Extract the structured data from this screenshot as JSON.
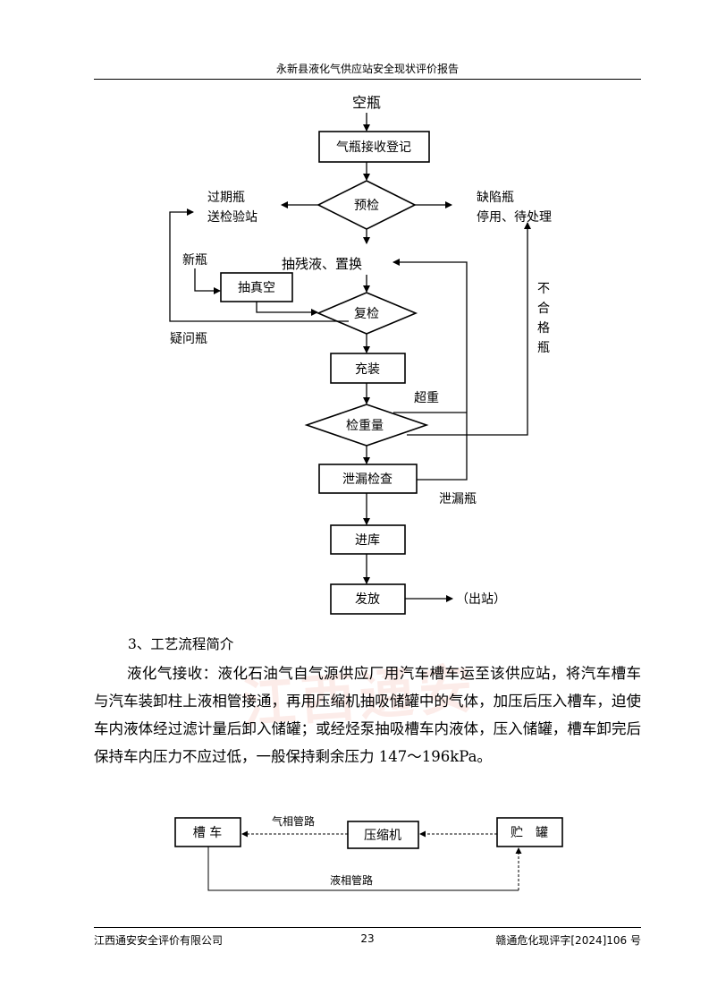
{
  "header": {
    "title": "永新县液化气供应站安全现状评价报告"
  },
  "watermark": {
    "text": "江西通安"
  },
  "flowchart": {
    "empty_bottle": "空瓶",
    "receive": "气瓶接收登记",
    "precheck": "预检",
    "expired_1": "过期瓶",
    "expired_2": "送检验站",
    "defect_1": "缺陷瓶",
    "defect_2": "停用、待处理",
    "new_bottle": "新瓶",
    "vacuum": "抽真空",
    "residual": "抽残液、置换",
    "recheck": "复检",
    "doubt": "疑问瓶",
    "fill": "充装",
    "unqualified": [
      "不",
      "合",
      "格",
      "瓶"
    ],
    "overweight": "超重",
    "weigh": "检重量",
    "leak_check": "泄漏检查",
    "leak_bottle": "泄漏瓶",
    "storage": "进库",
    "dispatch": "发放",
    "exit": "（出站）"
  },
  "section": {
    "heading": "3、工艺流程简介",
    "paragraph": "液化气接收：液化石油气自气源供应厂用汽车槽车运至该供应站，将汽车槽车与汽车装卸柱上液相管接通，再用压缩机抽吸储罐中的气体，加压后压入槽车，迫使车内液体经过滤计量后卸入储罐；或经烃泵抽吸槽车内液体，压入储罐，槽车卸完后保持车内压力不应过低，一般保持剩余压力 147～196kPa。"
  },
  "diagram2": {
    "tanker": "槽 车",
    "compressor": "压缩机",
    "tank": "贮　罐",
    "gas_pipe": "气相管路",
    "liquid_pipe": "液相管路"
  },
  "footer": {
    "company": "江西通安安全评价有限公司",
    "page": "23",
    "doc_no": "赣通危化现评字[2024]106 号"
  }
}
